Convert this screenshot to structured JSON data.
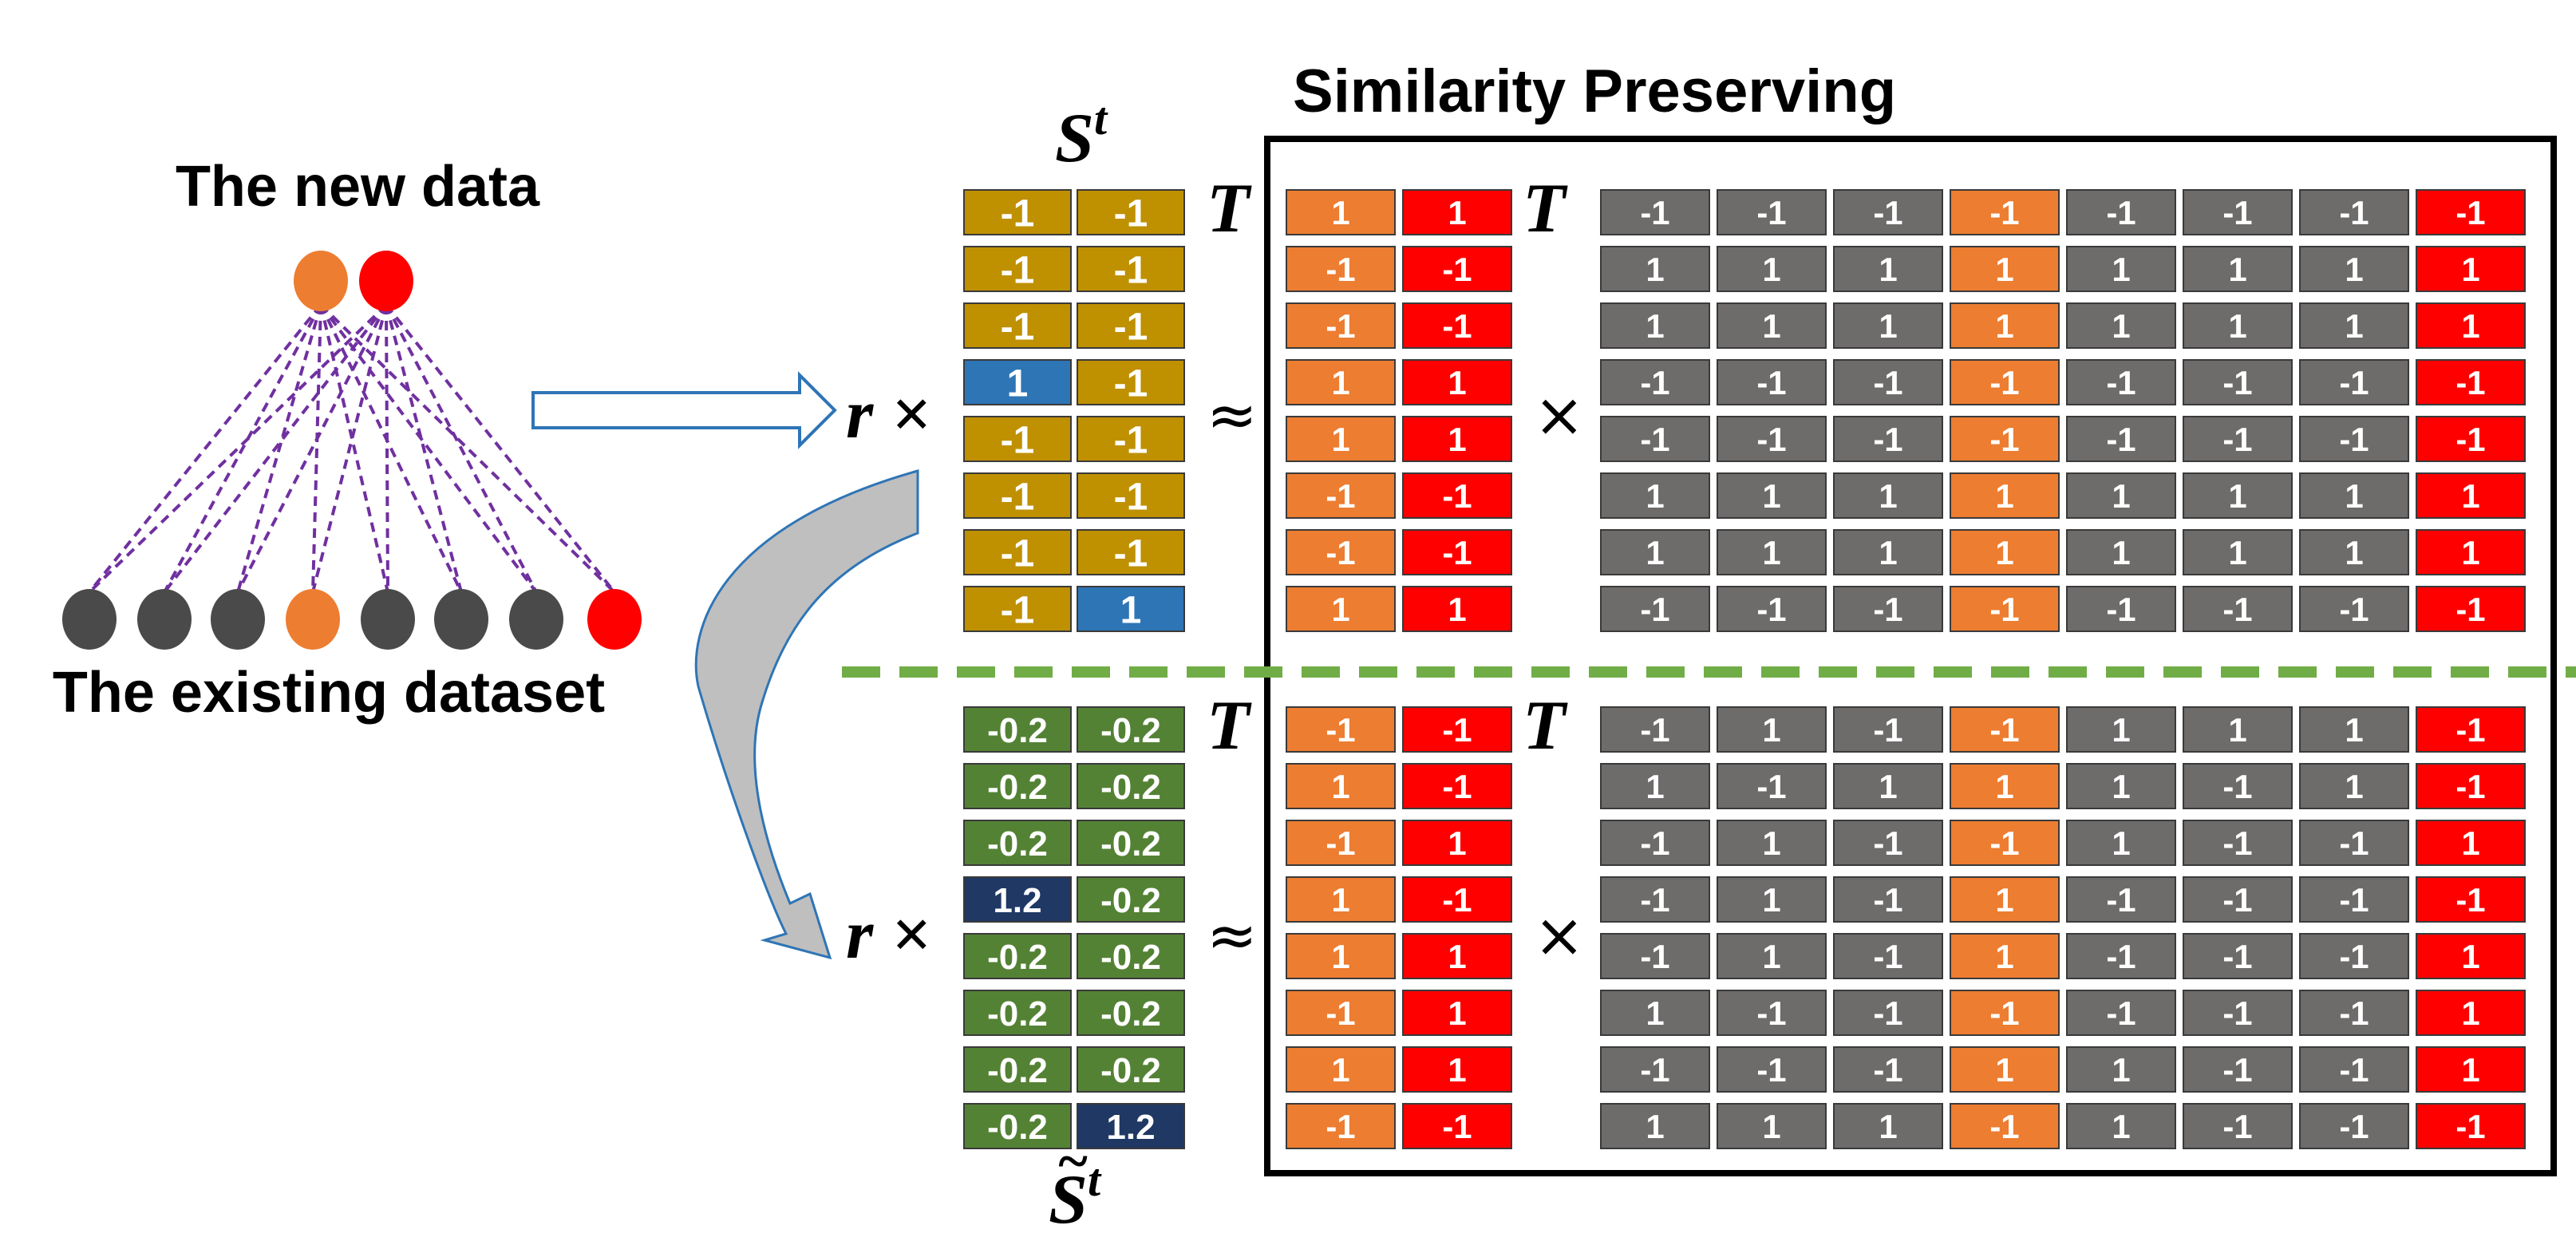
{
  "labels": {
    "new_data": "The new data",
    "existing_dataset": "The existing dataset",
    "similarity_preserving": "Similarity Preserving",
    "s_top_base": "S",
    "s_top_sup": "t",
    "s_bottom_base": "S",
    "s_bottom_sup": "t",
    "s_bottom_tilde": "~",
    "transpose": "T",
    "r_times": "r ×",
    "approx": "≈",
    "times": "×"
  },
  "colors": {
    "orange": "#ED7D31",
    "red": "#FF0000",
    "gray": "#6E6B6B",
    "mustard": "#BF9000",
    "blue": "#2E75B6",
    "green": "#548235",
    "navy": "#1F3864",
    "purple_edge": "#7030A0",
    "dark_node": "#4A4A4A",
    "frame": "#000000",
    "divider": "#70AD47",
    "arrow_outline": "#2E75B6",
    "curved_arrow_fill": "#BFBFBF"
  },
  "graph": {
    "top_nodes": [
      "orange",
      "red"
    ],
    "bottom_nodes": [
      "dark",
      "dark",
      "dark",
      "orange",
      "dark",
      "dark",
      "dark",
      "red"
    ]
  },
  "matrices": {
    "s_top": [
      [
        "-1",
        "-1"
      ],
      [
        "-1",
        "-1"
      ],
      [
        "-1",
        "-1"
      ],
      [
        "1",
        "-1"
      ],
      [
        "-1",
        "-1"
      ],
      [
        "-1",
        "-1"
      ],
      [
        "-1",
        "-1"
      ],
      [
        "-1",
        "1"
      ]
    ],
    "s_top_colors": [
      [
        "mustard",
        "mustard"
      ],
      [
        "mustard",
        "mustard"
      ],
      [
        "mustard",
        "mustard"
      ],
      [
        "blue",
        "mustard"
      ],
      [
        "mustard",
        "mustard"
      ],
      [
        "mustard",
        "mustard"
      ],
      [
        "mustard",
        "mustard"
      ],
      [
        "mustard",
        "blue"
      ]
    ],
    "h_top": [
      [
        "1",
        "1"
      ],
      [
        "-1",
        "-1"
      ],
      [
        "-1",
        "-1"
      ],
      [
        "1",
        "1"
      ],
      [
        "1",
        "1"
      ],
      [
        "-1",
        "-1"
      ],
      [
        "-1",
        "-1"
      ],
      [
        "1",
        "1"
      ]
    ],
    "h_top_colors": [
      "orange",
      "red"
    ],
    "b_top": [
      [
        "-1",
        "-1",
        "-1",
        "-1",
        "-1",
        "-1",
        "-1",
        "-1"
      ],
      [
        "1",
        "1",
        "1",
        "1",
        "1",
        "1",
        "1",
        "1"
      ],
      [
        "1",
        "1",
        "1",
        "1",
        "1",
        "1",
        "1",
        "1"
      ],
      [
        "-1",
        "-1",
        "-1",
        "-1",
        "-1",
        "-1",
        "-1",
        "-1"
      ],
      [
        "-1",
        "-1",
        "-1",
        "-1",
        "-1",
        "-1",
        "-1",
        "-1"
      ],
      [
        "1",
        "1",
        "1",
        "1",
        "1",
        "1",
        "1",
        "1"
      ],
      [
        "1",
        "1",
        "1",
        "1",
        "1",
        "1",
        "1",
        "1"
      ],
      [
        "-1",
        "-1",
        "-1",
        "-1",
        "-1",
        "-1",
        "-1",
        "-1"
      ]
    ],
    "b_colors": [
      "gray",
      "gray",
      "gray",
      "orange",
      "gray",
      "gray",
      "gray",
      "red"
    ],
    "s_bottom": [
      [
        "-0.2",
        "-0.2"
      ],
      [
        "-0.2",
        "-0.2"
      ],
      [
        "-0.2",
        "-0.2"
      ],
      [
        "1.2",
        "-0.2"
      ],
      [
        "-0.2",
        "-0.2"
      ],
      [
        "-0.2",
        "-0.2"
      ],
      [
        "-0.2",
        "-0.2"
      ],
      [
        "-0.2",
        "1.2"
      ]
    ],
    "s_bottom_colors": [
      [
        "green",
        "green"
      ],
      [
        "green",
        "green"
      ],
      [
        "green",
        "green"
      ],
      [
        "navy",
        "green"
      ],
      [
        "green",
        "green"
      ],
      [
        "green",
        "green"
      ],
      [
        "green",
        "green"
      ],
      [
        "green",
        "navy"
      ]
    ],
    "h_bottom": [
      [
        "-1",
        "-1"
      ],
      [
        "1",
        "-1"
      ],
      [
        "-1",
        "1"
      ],
      [
        "1",
        "-1"
      ],
      [
        "1",
        "1"
      ],
      [
        "-1",
        "1"
      ],
      [
        "1",
        "1"
      ],
      [
        "-1",
        "-1"
      ]
    ],
    "b_bottom": [
      [
        "-1",
        "1",
        "-1",
        "-1",
        "1",
        "1",
        "1",
        "-1"
      ],
      [
        "1",
        "-1",
        "1",
        "1",
        "1",
        "-1",
        "1",
        "-1"
      ],
      [
        "-1",
        "1",
        "-1",
        "-1",
        "1",
        "-1",
        "-1",
        "1"
      ],
      [
        "-1",
        "1",
        "-1",
        "1",
        "-1",
        "-1",
        "-1",
        "-1"
      ],
      [
        "-1",
        "1",
        "-1",
        "1",
        "-1",
        "-1",
        "-1",
        "1"
      ],
      [
        "1",
        "-1",
        "-1",
        "-1",
        "-1",
        "-1",
        "-1",
        "1"
      ],
      [
        "-1",
        "-1",
        "-1",
        "1",
        "1",
        "-1",
        "-1",
        "1"
      ],
      [
        "1",
        "1",
        "1",
        "-1",
        "1",
        "-1",
        "-1",
        "-1"
      ]
    ]
  }
}
